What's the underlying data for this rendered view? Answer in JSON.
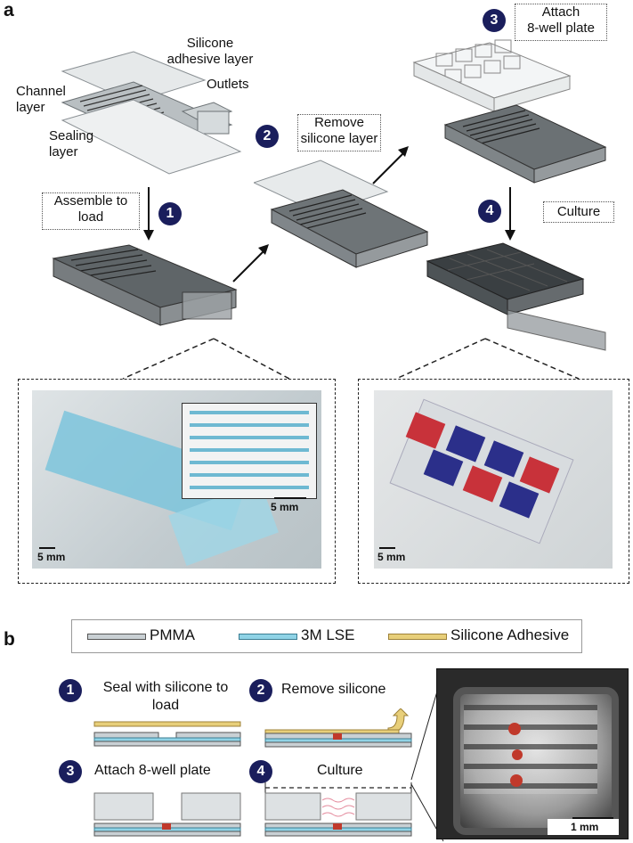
{
  "panel_a": {
    "label": "a",
    "labels": {
      "silicone_adhesive_layer": "Silicone\nadhesive layer",
      "outlets": "Outlets",
      "channel_layer": "Channel\nlayer",
      "sealing_layer": "Sealing\nlayer"
    },
    "steps": [
      {
        "num": "1",
        "text": "Assemble to\nload"
      },
      {
        "num": "2",
        "text": "Remove\nsilicone layer"
      },
      {
        "num": "3",
        "text": "Attach\n8-well plate"
      },
      {
        "num": "4",
        "text": "Culture"
      }
    ],
    "photo_left_scale_inset": "5 mm",
    "photo_left_scale_main": "5 mm",
    "photo_right_scale": "5 mm"
  },
  "panel_b": {
    "label": "b",
    "legend": {
      "pmma": "PMMA",
      "lse": "3M LSE",
      "silicone": "Silicone Adhesive"
    },
    "steps": [
      {
        "num": "1",
        "text": "Seal with silicone to\nload"
      },
      {
        "num": "2",
        "text": "Remove silicone"
      },
      {
        "num": "3",
        "text": "Attach 8-well plate"
      },
      {
        "num": "4",
        "text": "Culture"
      }
    ],
    "micrograph_scale": "1 mm"
  },
  "colors": {
    "badge": "#1a1e5c",
    "pmma": "#c9d0d4",
    "lse": "#8fd3e6",
    "silicone": "#e8cf7a",
    "cell": "#c0392b"
  }
}
